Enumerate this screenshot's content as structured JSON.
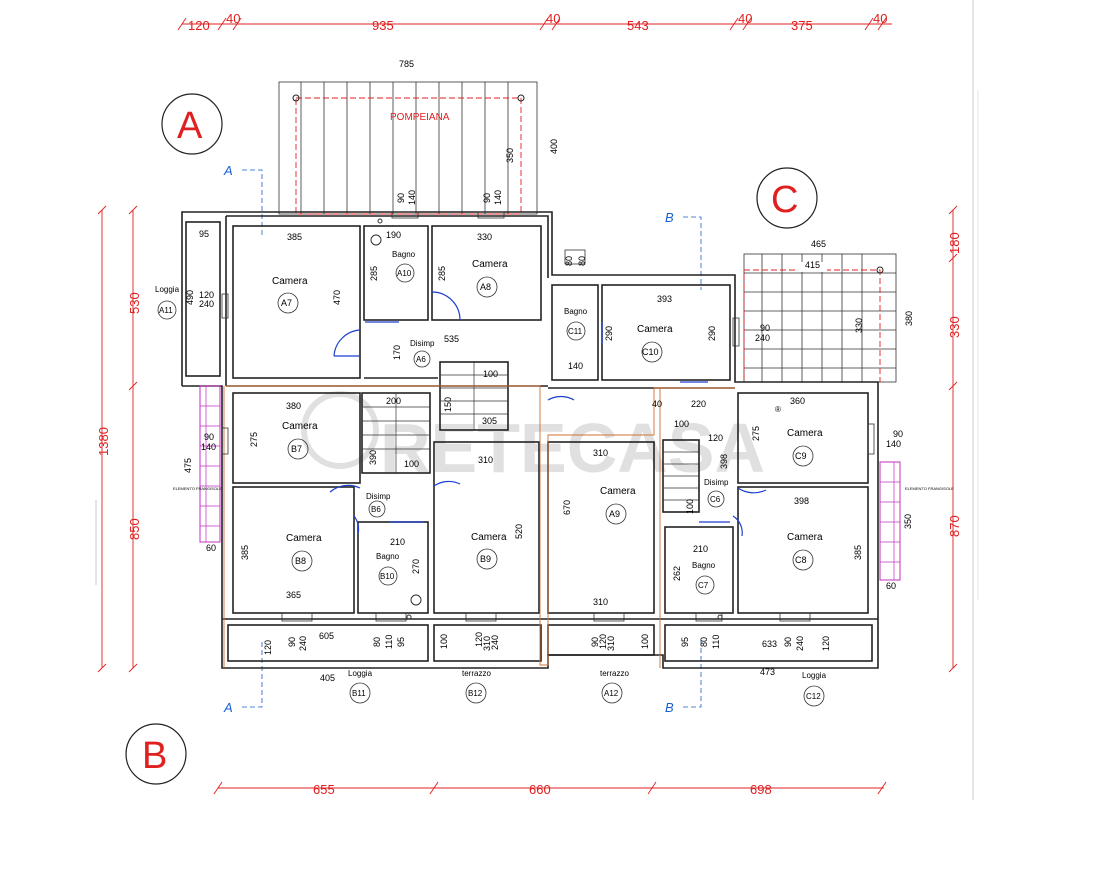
{
  "sections": {
    "a": "A",
    "b": "B",
    "c": "C"
  },
  "cut_lines": {
    "a_top": "A",
    "a_bottom": "A",
    "b_top": "B",
    "b_bottom": "B"
  },
  "pompeiana": "POMPEIANA",
  "watermark": "RETECASA",
  "registered": "®",
  "top_dims": [
    "120",
    "40",
    "935",
    "40",
    "543",
    "40",
    "375",
    "40"
  ],
  "bottom_dims": [
    "655",
    "660",
    "698"
  ],
  "left_dims": [
    "530",
    "1380",
    "850"
  ],
  "right_dims": [
    "180",
    "330",
    "870"
  ],
  "elemento": "ELEMENTO FRANGISOLE",
  "rooms": [
    {
      "name": "Camera",
      "id": "A7"
    },
    {
      "name": "Bagno",
      "id": "A10"
    },
    {
      "name": "Camera",
      "id": "A8"
    },
    {
      "name": "Disimp",
      "id": "A6"
    },
    {
      "name": "Loggia",
      "id": "A11"
    },
    {
      "name": "Bagno",
      "id": "C11"
    },
    {
      "name": "Camera",
      "id": "C10"
    },
    {
      "name": "Camera",
      "id": "B7"
    },
    {
      "name": "Disimp",
      "id": "B6"
    },
    {
      "name": "Camera",
      "id": "B8"
    },
    {
      "name": "Bagno",
      "id": "B10"
    },
    {
      "name": "Camera",
      "id": "B9"
    },
    {
      "name": "Camera",
      "id": "A9"
    },
    {
      "name": "Camera",
      "id": "C9"
    },
    {
      "name": "Disimp",
      "id": "C6"
    },
    {
      "name": "Bagno",
      "id": "C7"
    },
    {
      "name": "Camera",
      "id": "C8"
    },
    {
      "name": "Loggia",
      "id": "B11"
    },
    {
      "name": "terrazzo",
      "id": "B12"
    },
    {
      "name": "terrazzo",
      "id": "A12"
    },
    {
      "name": "Loggia",
      "id": "C12"
    }
  ],
  "dims": {
    "d785": "785",
    "d400": "400",
    "d350": "350",
    "d90a": "90",
    "d140a": "140",
    "d90b": "90",
    "d140b": "140",
    "d385a": "385",
    "d190": "190",
    "d330a": "330",
    "d95a": "95",
    "d285a": "285",
    "d285b": "285",
    "d470": "470",
    "d490": "490",
    "d120a": "120",
    "d240a": "240",
    "d535": "535",
    "d170": "170",
    "d80a": "80",
    "d80b": "80",
    "d465": "465",
    "d415": "415",
    "d393": "393",
    "d290a": "290",
    "d290b": "290",
    "d140c": "140",
    "d90c": "90",
    "d240b": "240",
    "d330b": "330",
    "d380a": "380",
    "d100a": "100",
    "d150": "150",
    "d200": "200",
    "d305": "305",
    "d40": "40",
    "d220": "220",
    "d100b": "100",
    "d120b": "120",
    "d398a": "398",
    "d275b": "275",
    "d360": "360",
    "d90d": "90",
    "d140d": "140",
    "d380b": "380",
    "d275a": "275",
    "d90e": "90",
    "d140e": "140",
    "d390": "390",
    "d100c": "100",
    "d310a": "310",
    "d310b": "310",
    "d670": "670",
    "d475": "475",
    "d60a": "60",
    "d385b": "385",
    "d365": "365",
    "d210a": "210",
    "d270": "270",
    "d520": "520",
    "d310c": "310",
    "d100d": "100",
    "d210b": "210",
    "d262": "262",
    "d398b": "398",
    "d385c": "385",
    "d60b": "60",
    "d350b": "350",
    "d605": "605",
    "d120c": "120",
    "d90f": "90",
    "d240c": "240",
    "d80c": "80",
    "d110a": "110",
    "d95b": "95",
    "d100e": "100",
    "d120d": "120",
    "d310d": "310",
    "d240d": "240",
    "d90g": "90",
    "d120e": "120",
    "d310e": "310",
    "d100f": "100",
    "d95c": "95",
    "d80d": "80",
    "d110b": "110",
    "d633": "633",
    "d90h": "90",
    "d240e": "240",
    "d120f": "120",
    "d405": "405",
    "d473": "473"
  },
  "colors": {
    "red": "#e02020",
    "blue": "#1a5fd0",
    "door": "#1a3fd0",
    "orange": "#d07030",
    "magenta": "#c030c0"
  }
}
